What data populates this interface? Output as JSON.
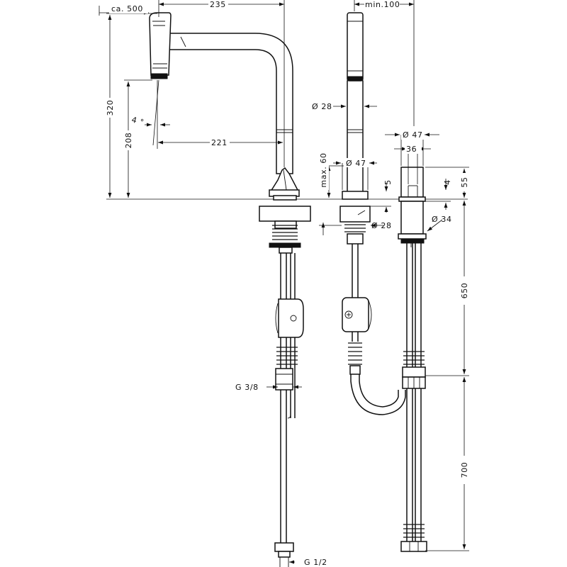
{
  "dimensions": {
    "projection_ca": "ca. 500",
    "reach_235": "235",
    "min_clearance": "min.100",
    "height_320": "320",
    "height_208": "208",
    "tilt_angle": "4 °",
    "reach_221": "221",
    "dia_28_top": "Ø 28",
    "dia_47_right_top": "Ø 47",
    "width_36": "36",
    "max_60": "max. 60",
    "dia_47_base": "Ø 47",
    "thick_5": "5",
    "thick_4": "4",
    "height_55": "55",
    "dia_34": "Ø 34",
    "dia_28_bottom": "Ø 28",
    "length_650": "650",
    "length_700": "700",
    "thread_g38": "G 3/8",
    "thread_g12": "G 1/2"
  }
}
